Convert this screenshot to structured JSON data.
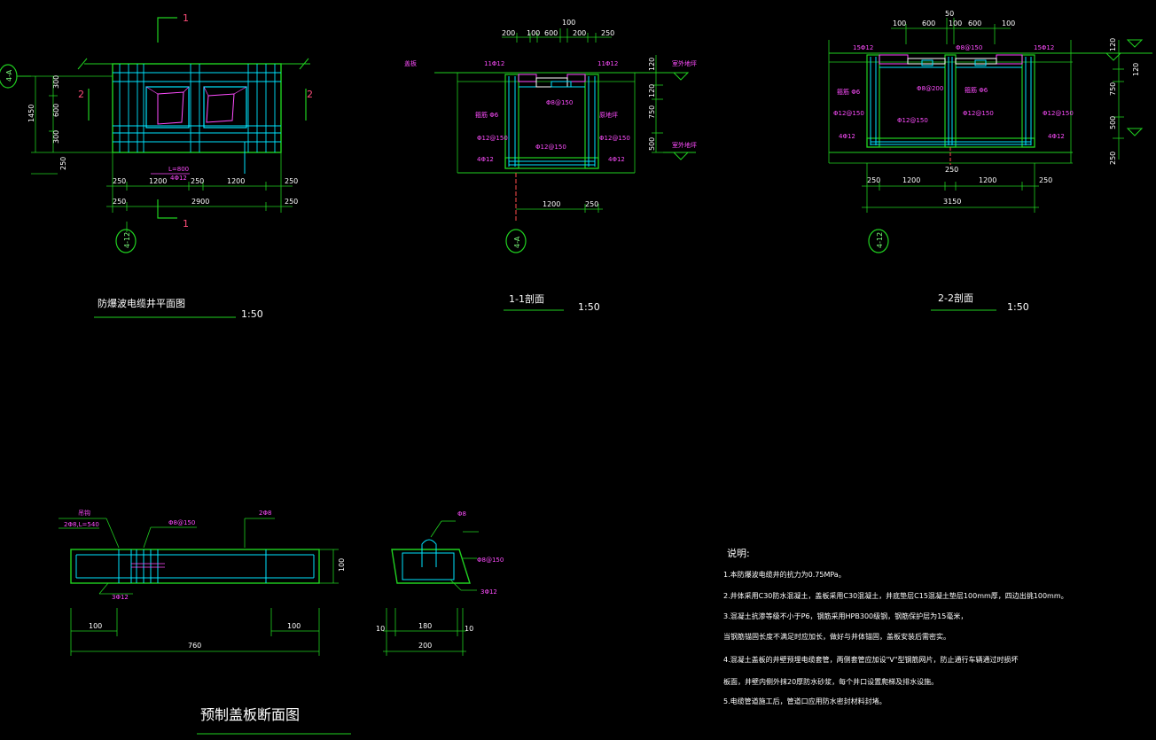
{
  "colors": {
    "background": "#000000",
    "outline": "#20d020",
    "rebar": "#00e5ff",
    "label": "#ff4dff",
    "dimension_text": "#ffffff",
    "section_marker": "#ff4d7a"
  },
  "plan": {
    "title": "防爆波电缆井平面图",
    "scale": "1:50",
    "axis_left": "4-A",
    "axis_bottom": "4-12",
    "section_1": "1",
    "section_2": "2",
    "dims_left": [
      "300",
      "600",
      "300",
      "1450",
      "250"
    ],
    "dims_bottom_row1": [
      "250",
      "1200",
      "250",
      "1200",
      "250"
    ],
    "dims_bottom_row2": [
      "250",
      "2900",
      "250"
    ],
    "label_L": "L=800",
    "label_bar": "4Φ12"
  },
  "section11": {
    "title": "1-1剖面",
    "scale": "1:50",
    "axis": "4-A",
    "dims_top": [
      "100",
      "200",
      "100",
      "600",
      "200",
      "250"
    ],
    "dims_right": [
      "120",
      "120",
      "750",
      "500"
    ],
    "dims_bottom": [
      "1200",
      "250"
    ],
    "labels": [
      "盖板",
      "11Φ12",
      "11Φ12",
      "Φ8@150",
      "箍筋 Φ6",
      "Φ12@150",
      "Φ12@150",
      "Φ12@150",
      "4Φ12",
      "4Φ12",
      "室外地坪",
      "室外地坪",
      "原地坪"
    ]
  },
  "section22": {
    "title": "2-2剖面",
    "scale": "1:50",
    "axis": "4-12",
    "dims_top": [
      "100",
      "600",
      "50",
      "100",
      "600",
      "100"
    ],
    "dims_right": [
      "120",
      "120",
      "750",
      "500",
      "250"
    ],
    "dims_bottom_row1": [
      "250",
      "1200",
      "250",
      "1200",
      "250"
    ],
    "dims_bottom_row2": [
      "3150"
    ],
    "labels": [
      "15Φ12",
      "15Φ12",
      "Φ8@150",
      "Φ8@200",
      "箍筋 Φ6",
      "箍筋 Φ6",
      "Φ12@150",
      "Φ12@150",
      "Φ12@150",
      "Φ12@150",
      "4Φ12",
      "4Φ12"
    ]
  },
  "cover_plate": {
    "title": "预制盖板断面图",
    "long_section": {
      "labels": [
        "吊钩",
        "2Φ8,L=540",
        "Φ8@150",
        "2Φ8",
        "3Φ12"
      ],
      "dim_height": "100",
      "dims_bottom_row1": [
        "100",
        "100"
      ],
      "dims_bottom_row2": [
        "760"
      ]
    },
    "cross_section": {
      "labels": [
        "Φ8",
        "Φ8@150",
        "3Φ12"
      ],
      "dims_bottom_row1": [
        "10",
        "180",
        "10"
      ],
      "dims_bottom_row2": [
        "200"
      ]
    }
  },
  "notes": {
    "heading": "说明:",
    "lines": [
      "1.本防爆波电缆井的抗力为0.75MPa。",
      "2.井体采用C30防水混凝土，盖板采用C30混凝土，井底垫层C15混凝土垫层100mm厚，四边出挑100mm。",
      "3.混凝土抗渗等级不小于P6，钢筋采用HPB300级钢，钢筋保护层为15毫米，",
      "  当钢筋锚固长度不满足时应加长，做好与井体锚固，盖板安装后需密实。",
      "4.混凝土盖板的井壁预埋电缆套管，两侧套管应加设\"V\"型钢筋网片，防止通行车辆通过时损坏",
      "  板面，井壁内侧外抹20厚防水砂浆，每个井口设置爬梯及排水设施。",
      "5.电缆管道施工后，管道口应用防水密封材料封堵。"
    ]
  }
}
